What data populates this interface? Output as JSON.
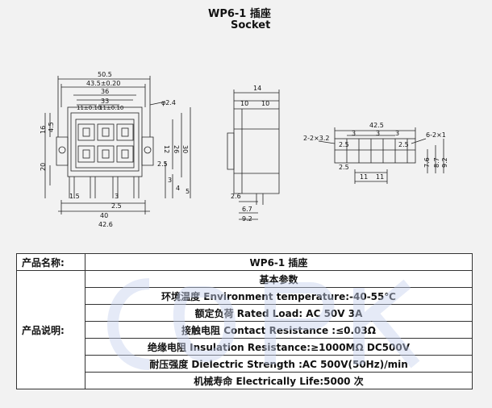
{
  "header": {
    "title": "WP6-1 插座",
    "subtitle": "Socket"
  },
  "drawing": {
    "front_dims": [
      "50.5",
      "43.5±0.20",
      "36",
      "33",
      "11±0.10",
      "11±0.10",
      "φ2.4",
      "16",
      "4.5",
      "20",
      "12",
      "26",
      "30",
      "2.5",
      "3",
      "4",
      "5",
      "1.5",
      "3",
      "2.5",
      "40",
      "42.6"
    ],
    "side_dims": [
      "14",
      "10",
      "10",
      "2.6",
      "6.7",
      "9.2"
    ],
    "end_dims": [
      "42.5",
      "2-2×3.2",
      "3",
      "3",
      "3",
      "6-2×1",
      "2.5",
      "2.5",
      "7.6",
      "8.7",
      "9.2",
      "2.5",
      "11",
      "11"
    ]
  },
  "table": {
    "name_label": "产品名称:",
    "name_value": "WP6-1 插座",
    "desc_label": "产品说明:",
    "rows": [
      "基本参数",
      "环境温度 Environment temperature:-40-55℃",
      "额定负荷 Rated Load:   AC 50V 3A",
      "接触电阻 Contact Resistance :≤0.03Ω",
      "绝缘电阻 Insulation Resistance:≥1000MΩ DC500V",
      "耐压强度 Dielectric Strength :AC 500V(50Hz)/min",
      "机械寿命 Electrically Life:5000 次"
    ]
  }
}
